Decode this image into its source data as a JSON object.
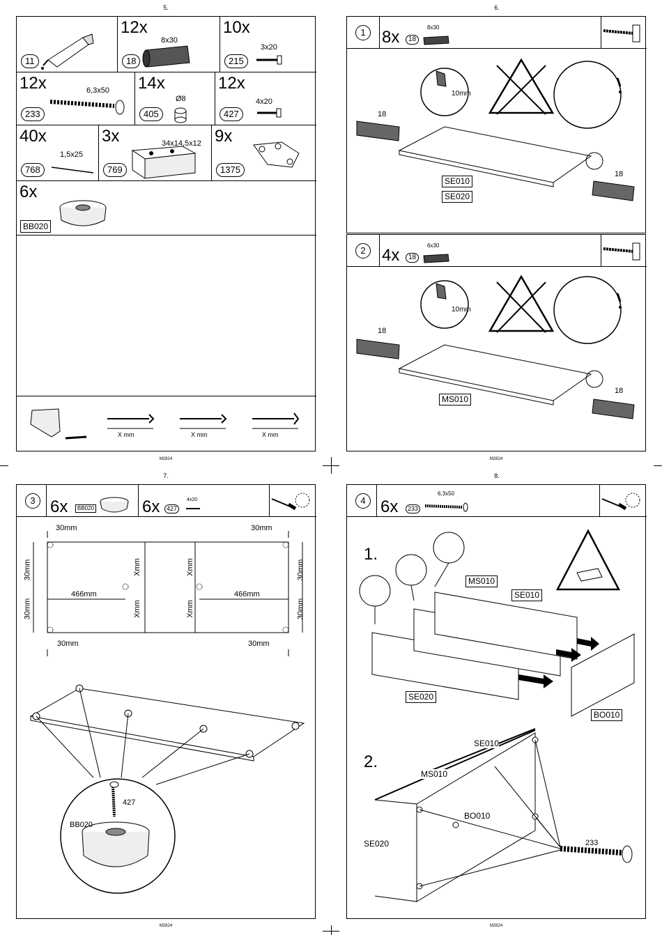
{
  "pages": {
    "p5": {
      "number": "5.",
      "footer": "M2824"
    },
    "p6": {
      "number": "6.",
      "footer": "M2824"
    },
    "p7": {
      "number": "7.",
      "footer": "M2824"
    },
    "p8": {
      "number": "8.",
      "footer": "M2824"
    }
  },
  "parts": [
    {
      "id": "11",
      "qty": "",
      "size": ""
    },
    {
      "id": "18",
      "qty": "12x",
      "size": "8x30"
    },
    {
      "id": "215",
      "qty": "10x",
      "size": "3x20"
    },
    {
      "id": "233",
      "qty": "12x",
      "size": "6,3x50"
    },
    {
      "id": "405",
      "qty": "14x",
      "size": "Ø8"
    },
    {
      "id": "427",
      "qty": "12x",
      "size": "4x20"
    },
    {
      "id": "768",
      "qty": "40x",
      "size": "1,5x25"
    },
    {
      "id": "769",
      "qty": "3x",
      "size": "34x14,5x12"
    },
    {
      "id": "1375",
      "qty": "9x",
      "size": ""
    },
    {
      "id": "BB020",
      "qty": "6x",
      "size": ""
    }
  ],
  "screw_legend": [
    "X mm",
    "X mm",
    "X mm"
  ],
  "step1": {
    "no": "1",
    "qty": "8x",
    "part": "18",
    "size": "8x30",
    "depth": "10mm",
    "dowel": "18",
    "panels": [
      "SE010",
      "SE020"
    ]
  },
  "step2": {
    "no": "2",
    "qty": "4x",
    "part": "18",
    "size": "6x30",
    "depth": "10mm",
    "dowel": "18",
    "panels": [
      "MS010"
    ]
  },
  "step3": {
    "no": "3",
    "qty1": "6x",
    "part1": "BB020",
    "qty2": "6x",
    "part2": "427",
    "size2": "4x20",
    "dims": {
      "edge": "30mm",
      "mid": "466mm",
      "x": "Xmm"
    },
    "detail": {
      "screw": "427",
      "foot": "BB020"
    }
  },
  "step4": {
    "no": "4",
    "qty": "6x",
    "part": "233",
    "size": "6,3x50",
    "sub1": "1.",
    "sub2": "2.",
    "panels1": [
      "MS010",
      "SE010",
      "SE020",
      "BO010"
    ],
    "panels2": [
      "SE010",
      "MS010",
      "BO010",
      "SE020"
    ],
    "screw": "233"
  }
}
